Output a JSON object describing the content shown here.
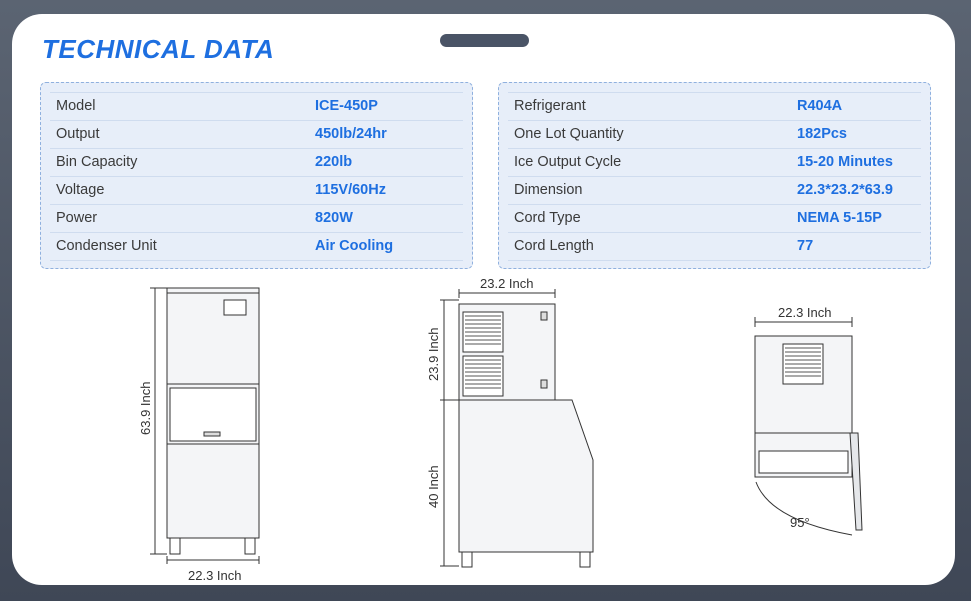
{
  "header": {
    "title": "TECHNICAL DATA"
  },
  "specs_left": [
    {
      "label": "Model",
      "value": "ICE-450P"
    },
    {
      "label": "Output",
      "value": "450lb/24hr"
    },
    {
      "label": "Bin Capacity",
      "value": "220lb"
    },
    {
      "label": "Voltage",
      "value": "115V/60Hz"
    },
    {
      "label": "Power",
      "value": "820W"
    },
    {
      "label": "Condenser Unit",
      "value": "Air Cooling"
    }
  ],
  "specs_right": [
    {
      "label": "Refrigerant",
      "value": "R404A"
    },
    {
      "label": "One Lot Quantity",
      "value": "182Pcs"
    },
    {
      "label": "Ice Output Cycle",
      "value": "15-20 Minutes"
    },
    {
      "label": "Dimension",
      "value": "22.3*23.2*63.9"
    },
    {
      "label": "Cord Type",
      "value": "NEMA 5-15P"
    },
    {
      "label": "Cord Length",
      "value": "77"
    }
  ],
  "dimensions": {
    "front_height": "63.9 Inch",
    "front_width": "22.3 Inch",
    "side_depth": "23.2 Inch",
    "side_upper_height": "23.9 Inch",
    "side_lower_height": "40 Inch",
    "top_width": "22.3 Inch",
    "door_angle": "95°"
  },
  "colors": {
    "accent": "#1e6fe0",
    "panel": "#e7eef9",
    "background": "#4a5466"
  }
}
